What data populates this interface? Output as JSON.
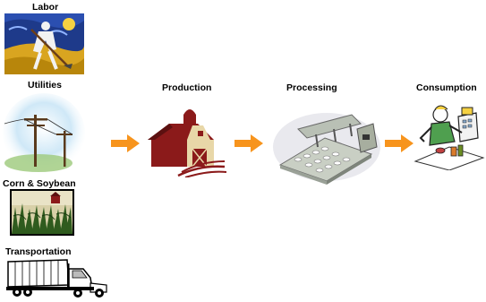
{
  "inputs": [
    {
      "label": "Labor",
      "icon": "farmer-hoeing-icon"
    },
    {
      "label": "Utilities",
      "icon": "power-lines-icon"
    },
    {
      "label": "Corn & Soybean",
      "icon": "cornfield-icon"
    },
    {
      "label": "Transportation",
      "icon": "truck-icon"
    }
  ],
  "stages": [
    {
      "label": "Production",
      "icon": "barn-icon"
    },
    {
      "label": "Processing",
      "icon": "factory-conveyor-icon"
    },
    {
      "label": "Consumption",
      "icon": "cashier-register-icon"
    }
  ],
  "colors": {
    "arrow": "#f7941d",
    "barn": "#8b1a1a",
    "barn_light": "#e8d7a8"
  }
}
